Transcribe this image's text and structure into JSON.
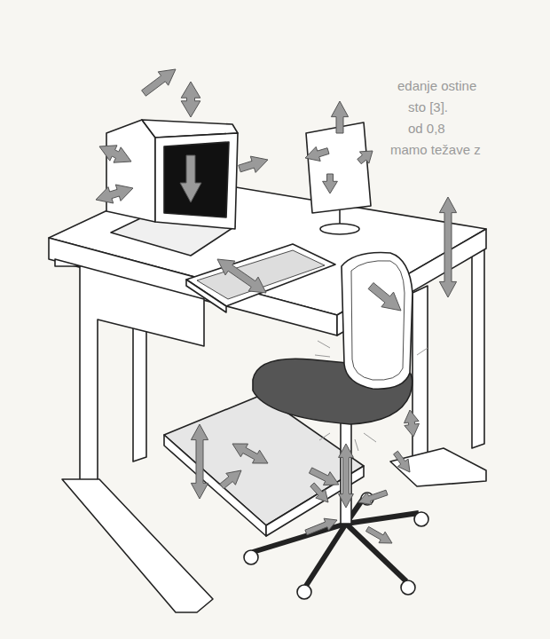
{
  "diagram": {
    "labels": [
      "edanje ostine",
      "sto [3].",
      "od 0,8",
      "mamo težave z"
    ]
  }
}
